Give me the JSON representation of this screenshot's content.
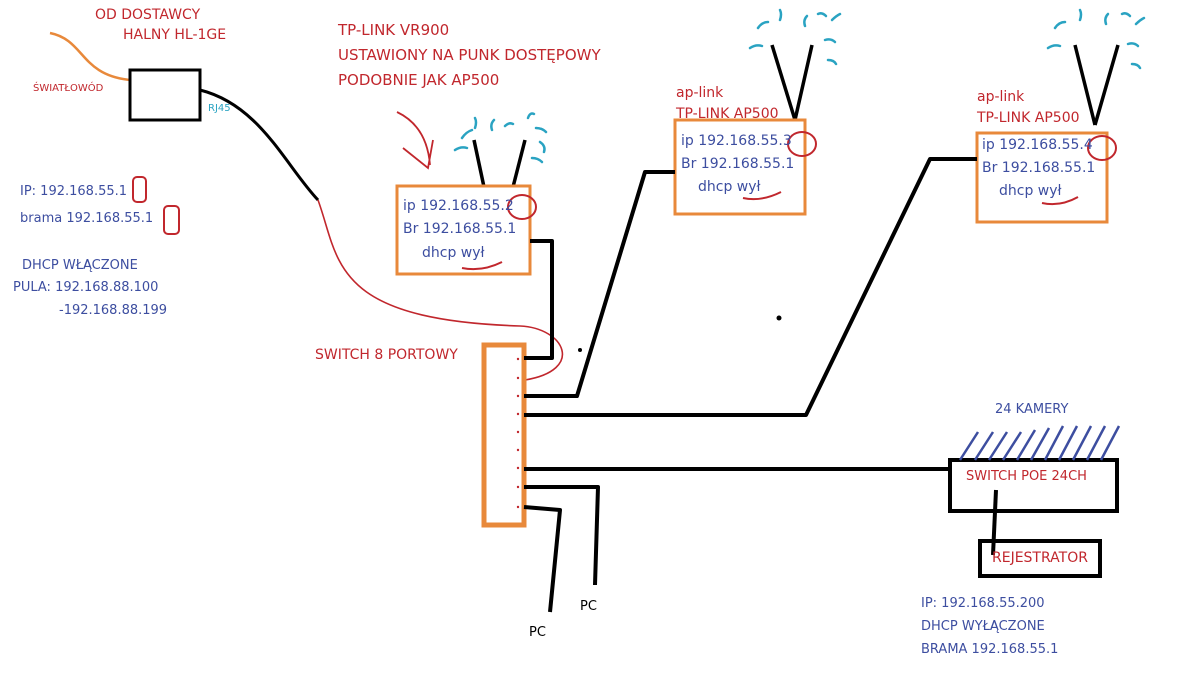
{
  "colors": {
    "orange": "#e8893b",
    "black": "#000000",
    "red_text": "#c1272d",
    "blue_text": "#3d4ea0",
    "teal": "#2aa3c2",
    "fiber_orange": "#e8893b"
  },
  "provider": {
    "line1": "OD DOSTAWCY",
    "line2": "HALNY HL-1GE",
    "fiber_label": "ŚWIATŁOWÓD",
    "port_label": "RJ45"
  },
  "router": {
    "ip": "IP: 192.168.55.",
    "ip_last": "1",
    "gateway": "brama 192.168.55.",
    "gateway_last": "1",
    "dhcp": "DHCP WŁĄCZONE",
    "pool1": "PULA: 192.168.88.100",
    "pool2": "-192.168.88.199"
  },
  "vr900": {
    "title1": "TP-LINK VR900",
    "title2": "USTAWIONY NA PUNK DOSTĘPOWY",
    "title3": "PODOBNIE JAK AP500",
    "ip": "ip 192.168.55.",
    "ip_last": "2",
    "br": "Br 192.168.55.1",
    "dhcp": "dhcp",
    "dhcp_val": "wył"
  },
  "ap1": {
    "name1": "ap-link",
    "name2": "TP-LINK AP500",
    "ip": "ip 192.168.55.",
    "ip_last": "3",
    "br": "Br 192.168.55.1",
    "dhcp": "dhcp",
    "dhcp_val": "wył"
  },
  "ap2": {
    "name1": "ap-link",
    "name2": "TP-LINK AP500",
    "ip": "ip 192.168.55.",
    "ip_last": "4",
    "br": "Br 192.168.55.1",
    "dhcp": "dhcp",
    "dhcp_val": "wył"
  },
  "switch8": {
    "label": "SWITCH 8 PORTOWY"
  },
  "cameras": {
    "label": "24 KAMERY"
  },
  "poe": {
    "label": "SWITCH POE 24CH"
  },
  "recorder": {
    "label": "REJESTRATOR",
    "ip": "IP: 192.168.55.200",
    "dhcp": "DHCP WYŁĄCZONE",
    "gateway": "BRAMA 192.168.55.1"
  },
  "pcs": {
    "pc1": "PC",
    "pc2": "PC"
  }
}
